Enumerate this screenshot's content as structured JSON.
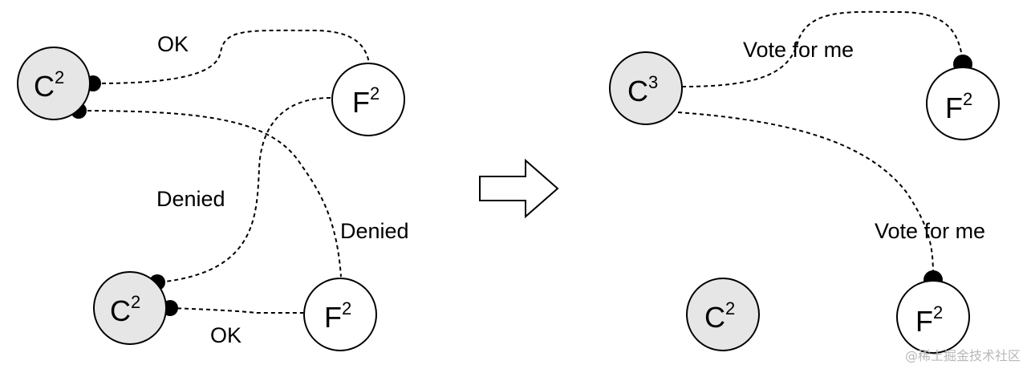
{
  "left_panel": {
    "nodes": [
      {
        "id": "candidate-top",
        "base": "C",
        "sup": "2",
        "role": "candidate"
      },
      {
        "id": "follower-top",
        "base": "F",
        "sup": "2",
        "role": "follower"
      },
      {
        "id": "candidate-bottom",
        "base": "C",
        "sup": "2",
        "role": "candidate"
      },
      {
        "id": "follower-bottom",
        "base": "F",
        "sup": "2",
        "role": "follower"
      }
    ],
    "edges": [
      {
        "id": "ok-top",
        "label": "OK"
      },
      {
        "id": "denied-left",
        "label": "Denied"
      },
      {
        "id": "denied-right",
        "label": "Denied"
      },
      {
        "id": "ok-bottom",
        "label": "OK"
      }
    ]
  },
  "right_panel": {
    "nodes": [
      {
        "id": "candidate-new-term",
        "base": "C",
        "sup": "3",
        "role": "candidate"
      },
      {
        "id": "follower-right-top",
        "base": "F",
        "sup": "2",
        "role": "follower"
      },
      {
        "id": "candidate-old-term",
        "base": "C",
        "sup": "2",
        "role": "candidate"
      },
      {
        "id": "follower-right-bottom",
        "base": "F",
        "sup": "2",
        "role": "follower"
      }
    ],
    "edges": [
      {
        "id": "vote-top",
        "label": "Vote for me"
      },
      {
        "id": "vote-bottom",
        "label": "Vote for me"
      }
    ]
  },
  "transition_arrow_icon": "right-arrow-icon",
  "watermark": "@稀土掘金技术社区",
  "colors": {
    "candidate_fill": "#e6e6e6",
    "follower_fill": "#ffffff",
    "stroke": "#000000"
  }
}
